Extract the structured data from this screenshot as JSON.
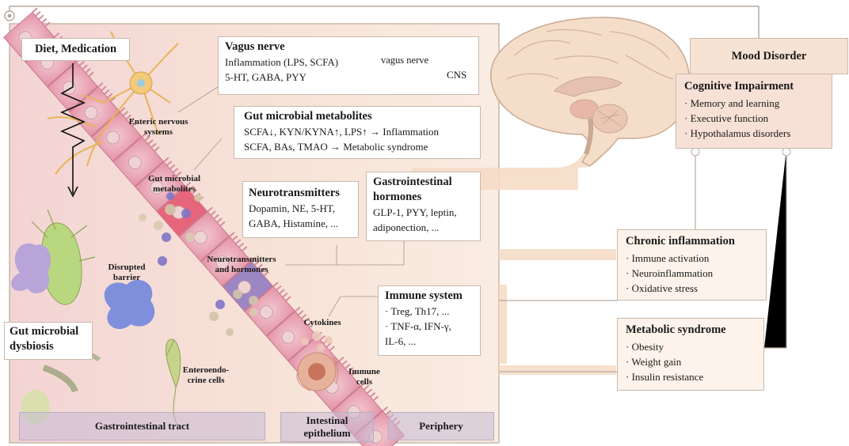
{
  "diet_box": {
    "title": "Diet, Medication"
  },
  "vagus_box": {
    "title": "Vagus nerve",
    "line1": "Inflammation (LPS, SCFA)",
    "line2": "5-HT, GABA, PYY",
    "arrow_label": "vagus nerve",
    "target": "CNS"
  },
  "metabolites_box": {
    "title": "Gut microbial metabolites",
    "line1": "SCFA↓, KYN/KYNA↑, LPS↑ → Inflammation",
    "line2": "SCFA, BAs, TMAO → Metabolic syndrome"
  },
  "neurotransmitters_box": {
    "title": "Neurotransmitters",
    "line1": "Dopamin, NE, 5-HT,",
    "line2": "GABA, Histamine, ..."
  },
  "hormones_box": {
    "title_line1": "Gastrointestinal",
    "title_line2": "hormones",
    "line1": "GLP-1, PYY, leptin,",
    "line2": "adiponection, ..."
  },
  "immune_box": {
    "title": "Immune system",
    "line1": "· Treg, Th17, ...",
    "line2": "· TNF-α, IFN-γ,",
    "line3": "IL-6, ..."
  },
  "mood_box": {
    "title": "Mood Disorder"
  },
  "cognitive_box": {
    "title": "Cognitive Impairment",
    "items": [
      "· Memory and learning",
      "· Executive function",
      "· Hypothalamus disorders"
    ]
  },
  "chronic_box": {
    "title": "Chronic inflammation",
    "items": [
      "· Immune activation",
      "· Neuroinflammation",
      "· Oxidative stress"
    ]
  },
  "metabolic_box": {
    "title": "Metabolic syndrome",
    "items": [
      "· Obesity",
      "· Weight gain",
      "· Insulin resistance"
    ]
  },
  "dysbiosis_box": {
    "line1": "Gut microbial",
    "line2": "dysbiosis"
  },
  "labels": {
    "enteric_1": "Enteric nervous",
    "enteric_2": "systems",
    "gut_metab_1": "Gut microbial",
    "gut_metab_2": "metabolites",
    "disrupted_1": "Disrupted",
    "disrupted_2": "barrier",
    "neuro_horm_1": "Neurotransmitters",
    "neuro_horm_2": "and hormones",
    "cytokines": "Cytokines",
    "entero_1": "Enteroendo-",
    "entero_2": "crine cells",
    "immune_cells_1": "Immune",
    "immune_cells_2": "cells"
  },
  "bottom_bars": {
    "gi_tract": "Gastrointestinal tract",
    "epithelium_1": "Intestinal",
    "epithelium_2": "epithelium",
    "periphery": "Periphery"
  },
  "colors": {
    "panel_bg": "#f7e6da",
    "epithelium": "#e8a3b3",
    "neuron": "#e8b455",
    "connector": "#f6dcc6"
  }
}
